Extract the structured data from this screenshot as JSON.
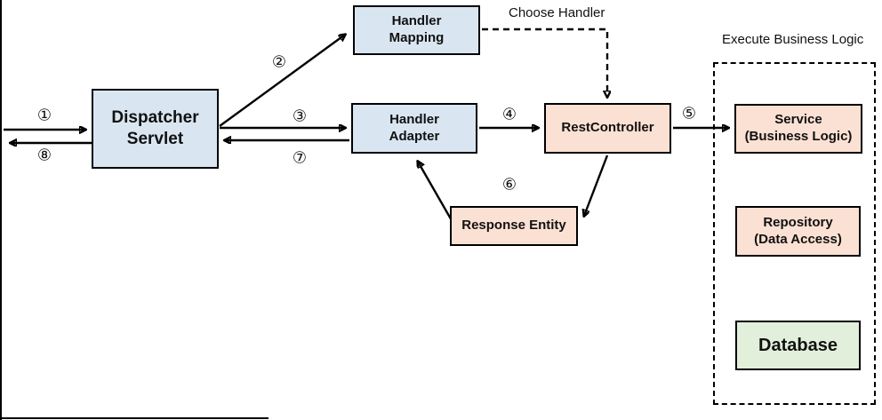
{
  "diagram": {
    "nodes": {
      "dispatcher_servlet": {
        "label": "Dispatcher\nServlet",
        "fill": "#d9e6f2"
      },
      "handler_mapping": {
        "label": "Handler\nMapping",
        "fill": "#d9e6f2"
      },
      "handler_adapter": {
        "label": "Handler\nAdapter",
        "fill": "#d9e6f2"
      },
      "rest_controller": {
        "label": "RestController",
        "fill": "#fbe1d3"
      },
      "service": {
        "label": "Service\n(Business Logic)",
        "fill": "#fbe1d3"
      },
      "repository": {
        "label": "Repository\n(Data Access)",
        "fill": "#fbe1d3"
      },
      "database": {
        "label": "Database",
        "fill": "#e2efda"
      },
      "response_entity": {
        "label": "Response Entity",
        "fill": "#fbe1d3"
      }
    },
    "annotations": {
      "choose_handler": "Choose Handler",
      "execute_business_logic": "Execute Business Logic"
    },
    "step_numbers": [
      "①",
      "②",
      "③",
      "④",
      "⑤",
      "⑥",
      "⑦",
      "⑧"
    ],
    "colors": {
      "node_border": "#000000",
      "arrow": "#000000",
      "blue_fill": "#d9e6f2",
      "peach_fill": "#fbe1d3",
      "green_fill": "#e2efda",
      "background": "#ffffff"
    }
  }
}
